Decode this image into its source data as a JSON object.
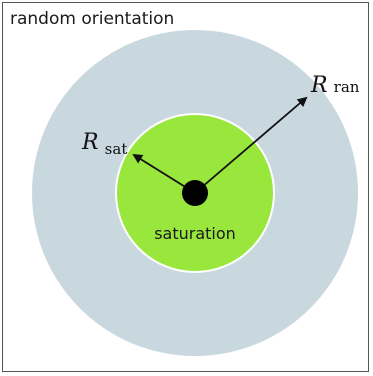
{
  "diagram": {
    "title": "random orientation",
    "inner_region_label": "saturation",
    "outer_radius_label": {
      "symbol": "R",
      "subscript": "ran"
    },
    "inner_radius_label": {
      "symbol": "R",
      "subscript": "sat"
    },
    "colors": {
      "outer_region": "#c9d8df",
      "inner_region": "#99e63c",
      "inner_border": "#ffffff",
      "core": "#000000",
      "arrow": "#111111",
      "frame": "#555555"
    }
  }
}
